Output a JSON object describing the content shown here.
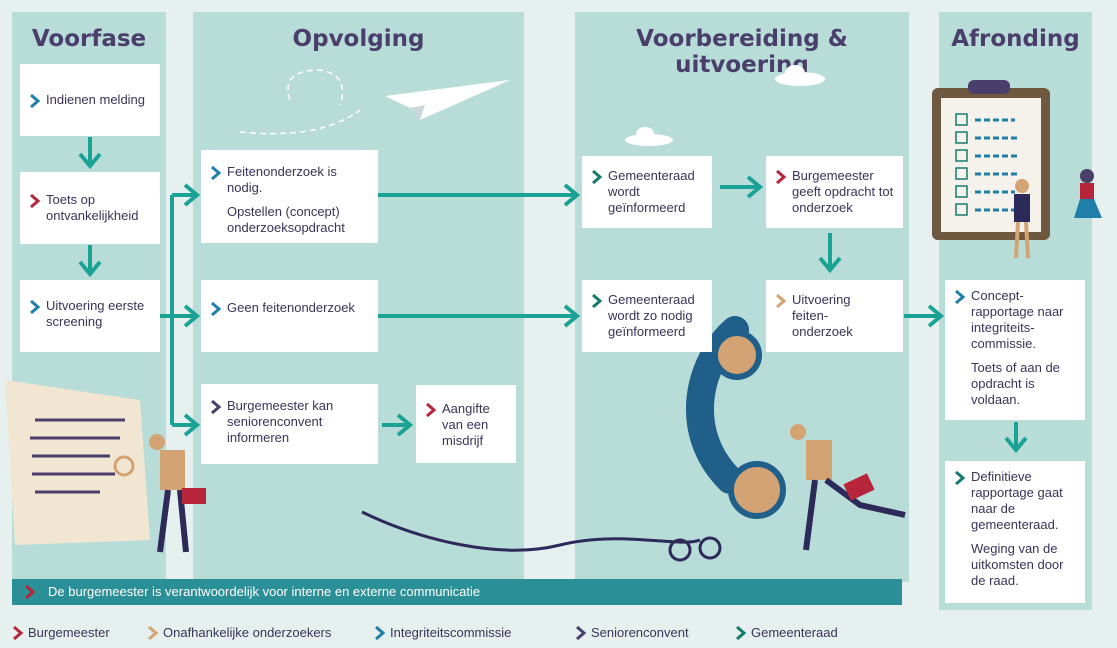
{
  "columns": {
    "voorfase": "Voorfase",
    "opvolging": "Opvolging",
    "voorbereiding": "Voorbereiding & uitvoering",
    "afronding": "Afronding"
  },
  "colors": {
    "burgemeester": "#b7253a",
    "onafhankelijk": "#d4a373",
    "integriteit": "#1f7fa8",
    "seniorenconvent": "#4a3f6b",
    "gemeenteraad": "#167a6d",
    "arrow": "#1aa394",
    "column_bg": "#b8dcd8"
  },
  "boxes": {
    "indienen": {
      "lines": [
        "Indienen melding"
      ]
    },
    "toets": {
      "lines": [
        "Toets op ontvankelijkheid"
      ]
    },
    "screening": {
      "lines": [
        "Uitvoering eerste screening"
      ]
    },
    "feiten_nodig": {
      "lines": [
        "Feitenonderzoek is nodig.",
        "Opstellen (concept) onderzoeksopdracht"
      ]
    },
    "geen_feiten": {
      "lines": [
        "Geen feitenonderzoek"
      ]
    },
    "bm_senioren": {
      "lines": [
        "Burgemeester kan seniorenconvent informeren"
      ]
    },
    "aangifte": {
      "lines": [
        "Aangifte van een misdrijf"
      ]
    },
    "gr_geinformeerd": {
      "lines": [
        "Gemeenteraad wordt geïnformeerd"
      ]
    },
    "bm_opdracht": {
      "lines": [
        "Burgemeester geeft opdracht tot onderzoek"
      ]
    },
    "gr_zo_nodig": {
      "lines": [
        "Gemeenteraad wordt zo nodig geïnformeerd"
      ]
    },
    "uitvoering_feiten": {
      "lines": [
        "Uitvoering feiten-onderzoek"
      ]
    },
    "concept_rapportage": {
      "lines": [
        "Concept-rapportage naar integriteits-commissie.",
        "Toets of aan de opdracht is voldaan."
      ]
    },
    "definitief": {
      "lines": [
        "Definitieve rapportage gaat naar de gemeenteraad.",
        "Weging van de uitkomsten door de raad."
      ]
    }
  },
  "banner": "De burgemeester is verantwoordelijk voor interne en externe communicatie",
  "legend": [
    {
      "label": "Burgemeester",
      "role": "burgemeester"
    },
    {
      "label": "Onafhankelijke onderzoekers",
      "role": "onafhankelijk"
    },
    {
      "label": "Integriteitscommissie",
      "role": "integriteit"
    },
    {
      "label": "Seniorenconvent",
      "role": "seniorenconvent"
    },
    {
      "label": "Gemeenteraad",
      "role": "gemeenteraad"
    }
  ]
}
